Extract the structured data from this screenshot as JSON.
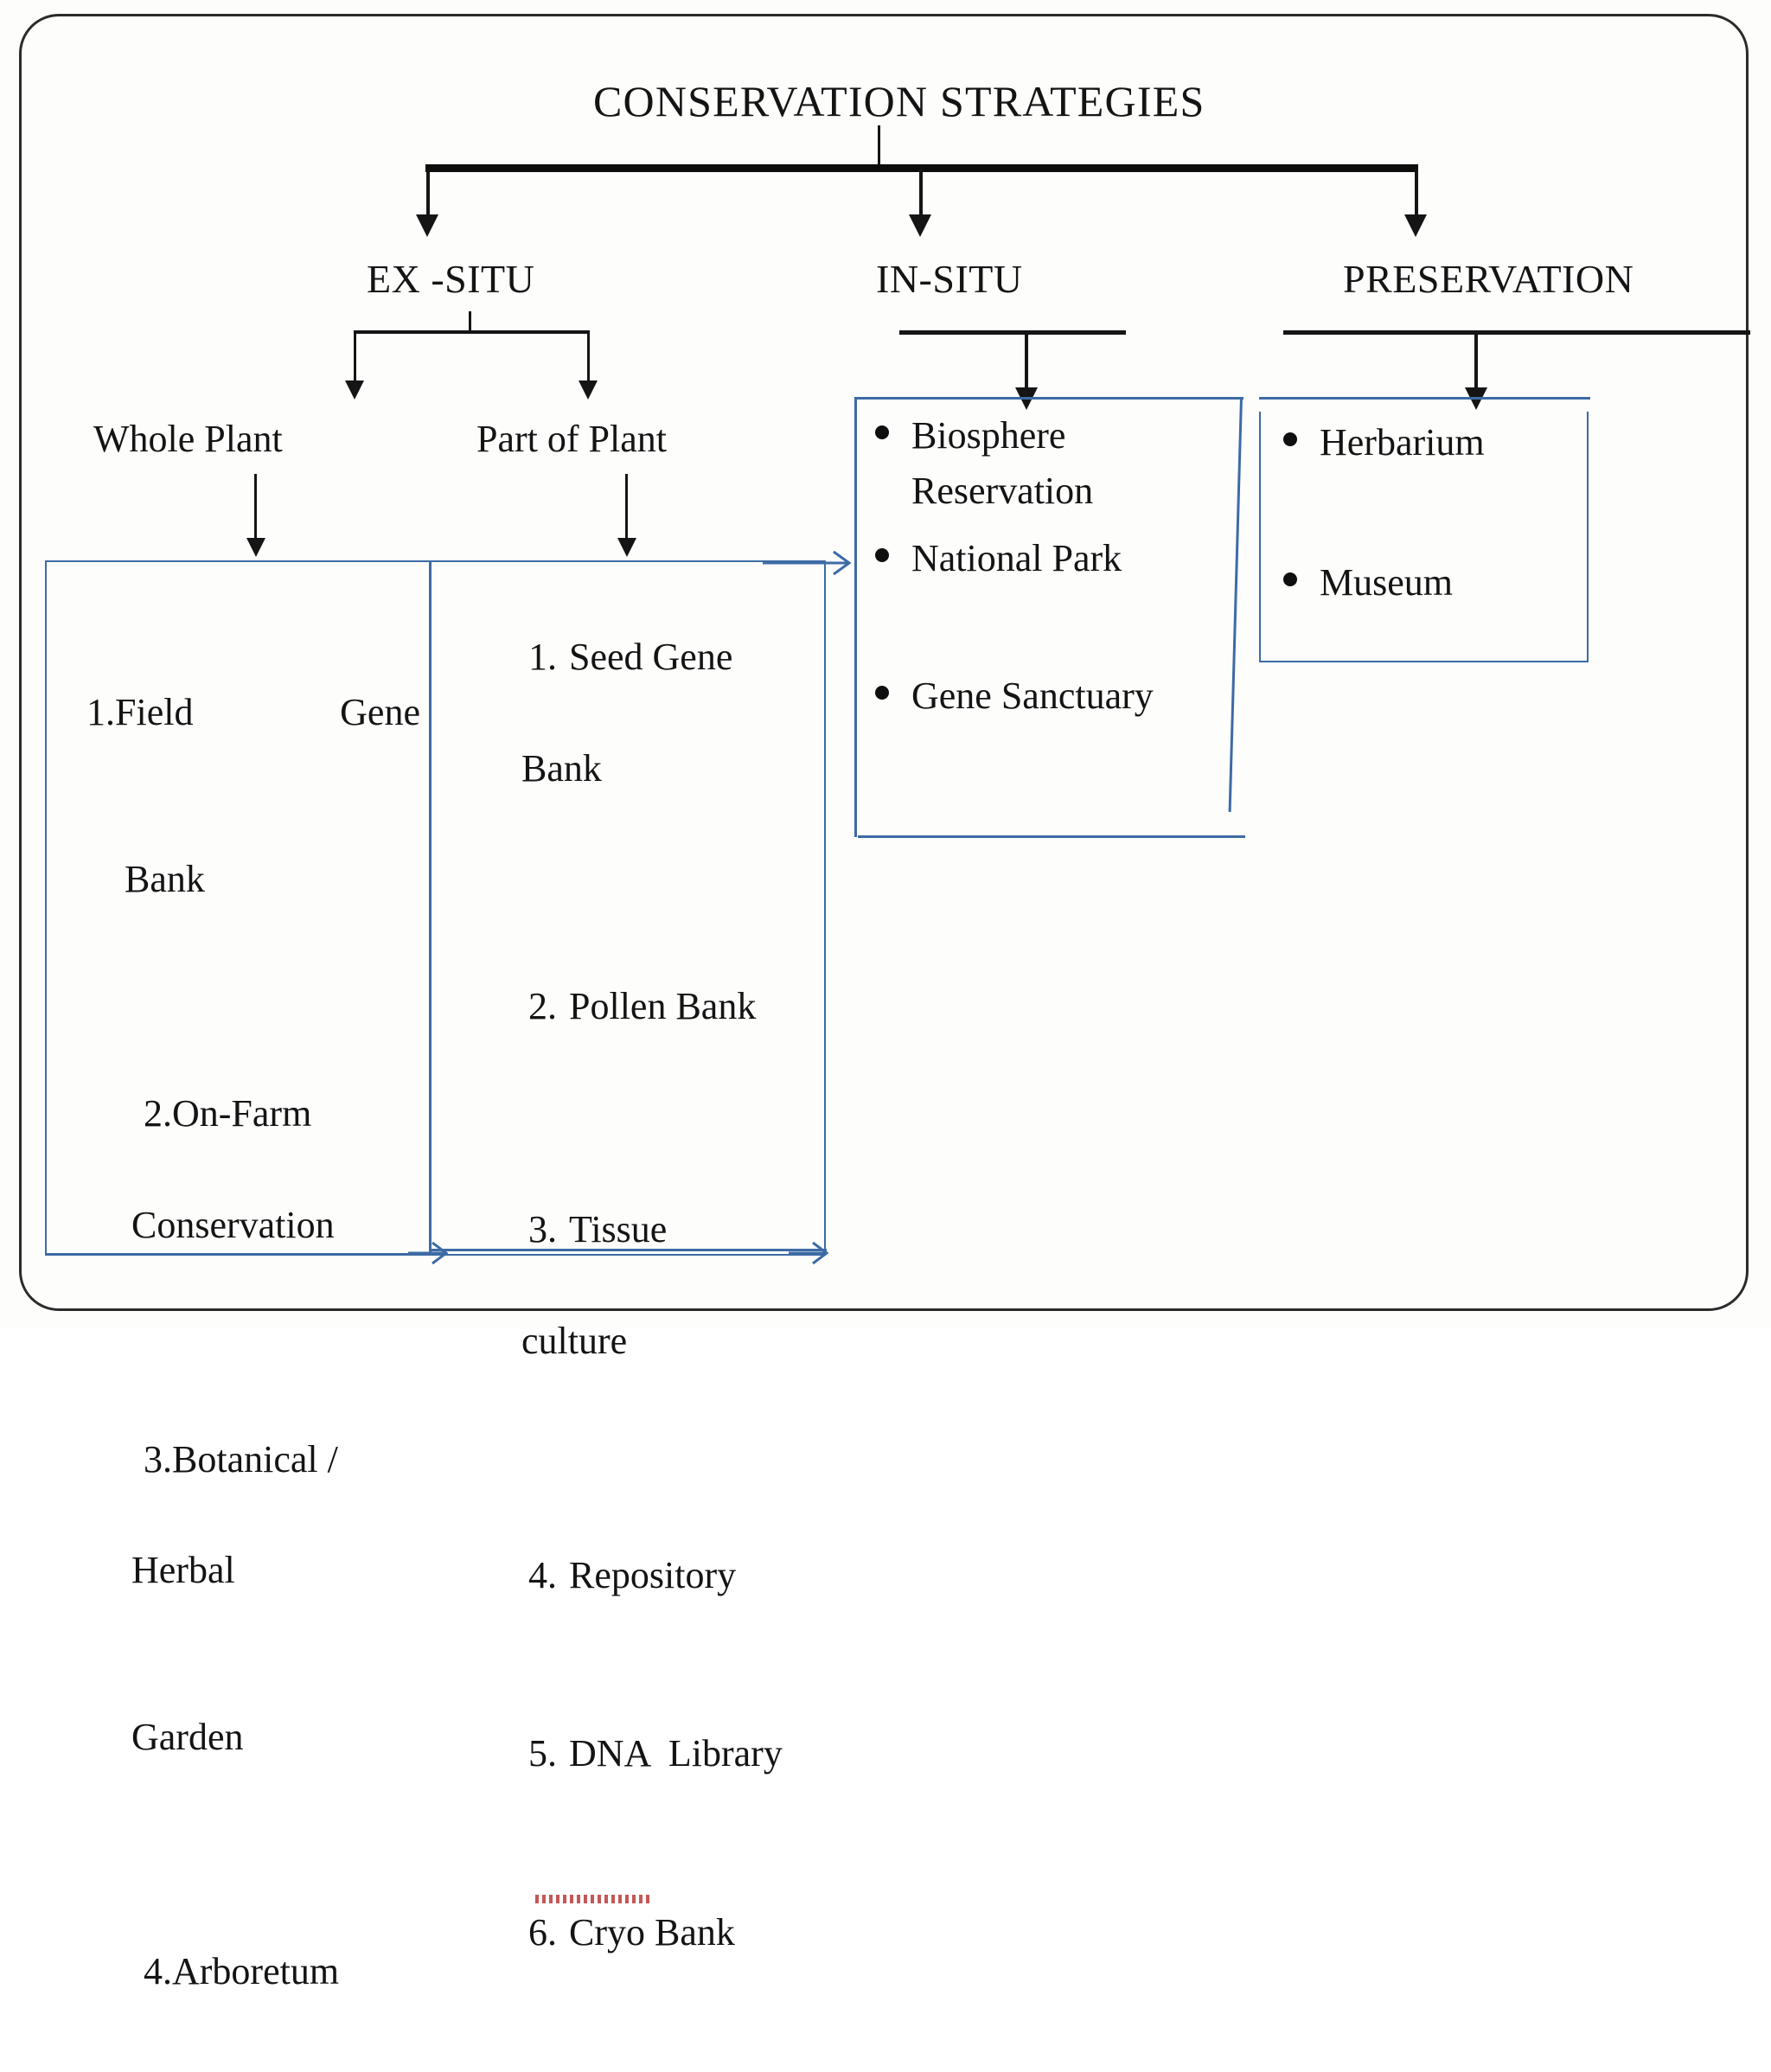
{
  "diagram": {
    "title": "CONSERVATION STRATEGIES",
    "branches": [
      {
        "id": "ex-situ",
        "label": "EX -SITU"
      },
      {
        "id": "in-situ",
        "label": "IN-SITU"
      },
      {
        "id": "preservation",
        "label": "PRESERVATION"
      }
    ],
    "ex_situ": {
      "sub_branches": [
        {
          "id": "whole-plant",
          "label": "Whole Plant"
        },
        {
          "id": "part-of-plant",
          "label": "Part of Plant"
        }
      ],
      "whole_plant_items": [
        {
          "num": "1.",
          "line1": "Field",
          "line2": "Gene",
          "line3": "Bank"
        },
        {
          "num": "2.",
          "line1": "On-Farm",
          "line2": "",
          "line3": "Conservation"
        },
        {
          "num": "3.",
          "line1": "Botanical /",
          "line2": "Herbal",
          "line3": "Garden"
        },
        {
          "num": "4.",
          "line1": "Arboretum",
          "line2": "",
          "line3": ""
        }
      ],
      "part_of_plant_items": [
        {
          "num": "1.",
          "line1": "Seed Gene",
          "line2": "Bank"
        },
        {
          "num": "2.",
          "line1": "Pollen Bank",
          "line2": ""
        },
        {
          "num": "3.",
          "line1": "Tissue",
          "line2": "culture"
        },
        {
          "num": "4.",
          "line1": "Repository",
          "line2": ""
        },
        {
          "num": "5.",
          "line1": "DNA  Library",
          "line2": ""
        },
        {
          "num": "6.",
          "line1": "Cryo Bank",
          "line2": ""
        }
      ]
    },
    "in_situ": {
      "items": [
        "Biosphere\nReservation",
        "National Park",
        "Gene Sanctuary"
      ]
    },
    "preservation": {
      "items": [
        "Herbarium",
        "Museum"
      ]
    }
  },
  "colors": {
    "ink": "#141414",
    "connector": "#151515",
    "box_border": "#3d6ba5",
    "frame": "#2b2b2b",
    "background": "#fdfdfc"
  }
}
